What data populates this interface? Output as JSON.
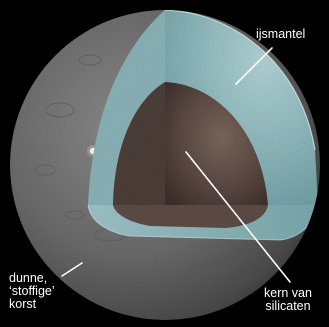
{
  "labels": {
    "mantle": "ijsmantel",
    "core": {
      "line1": "kern van",
      "line2": "silicaten"
    },
    "crust": {
      "line1": "dunne,",
      "line2": "‘stoffige’",
      "line3": "korst"
    }
  },
  "colors": {
    "background": "#000000",
    "crust_surface": "#6f6f6f",
    "ice_mantle": "#8fb9bd",
    "silicate_core": "#5b4a45",
    "label_text": "#ffffff",
    "leader_lines": "#ffffff"
  }
}
